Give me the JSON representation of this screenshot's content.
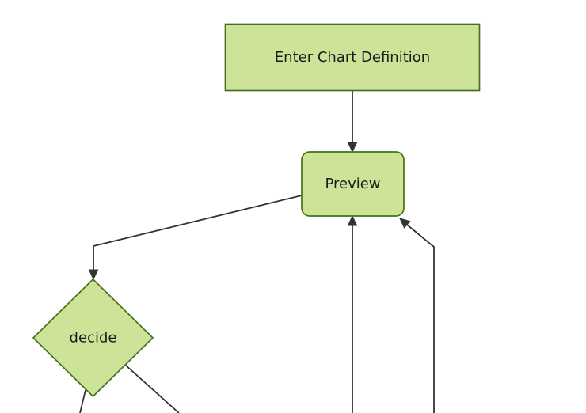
{
  "diagram": {
    "type": "flowchart",
    "direction": "top-down",
    "nodes": [
      {
        "id": "enter-chart-definition",
        "label": "Enter Chart Definition",
        "shape": "rectangle"
      },
      {
        "id": "preview",
        "label": "Preview",
        "shape": "rounded-rectangle"
      },
      {
        "id": "decide",
        "label": "decide",
        "shape": "diamond"
      }
    ],
    "edges": [
      {
        "from": "enter-chart-definition",
        "to": "preview",
        "arrow": true
      },
      {
        "from": "preview",
        "to": "decide",
        "arrow": true
      },
      {
        "from": "offscreen-bottom-center",
        "to": "preview",
        "arrow": true
      },
      {
        "from": "offscreen-bottom-right",
        "to": "preview",
        "arrow": true
      },
      {
        "from": "decide",
        "to": "offscreen-bottom-left",
        "arrow": false
      },
      {
        "from": "decide",
        "to": "offscreen-bottom",
        "arrow": false
      }
    ],
    "colors": {
      "background": "#ffffff",
      "node_fill": "#cde498",
      "node_border": "#46701f",
      "edge": "#333333",
      "text": "#1b1b1b"
    }
  }
}
